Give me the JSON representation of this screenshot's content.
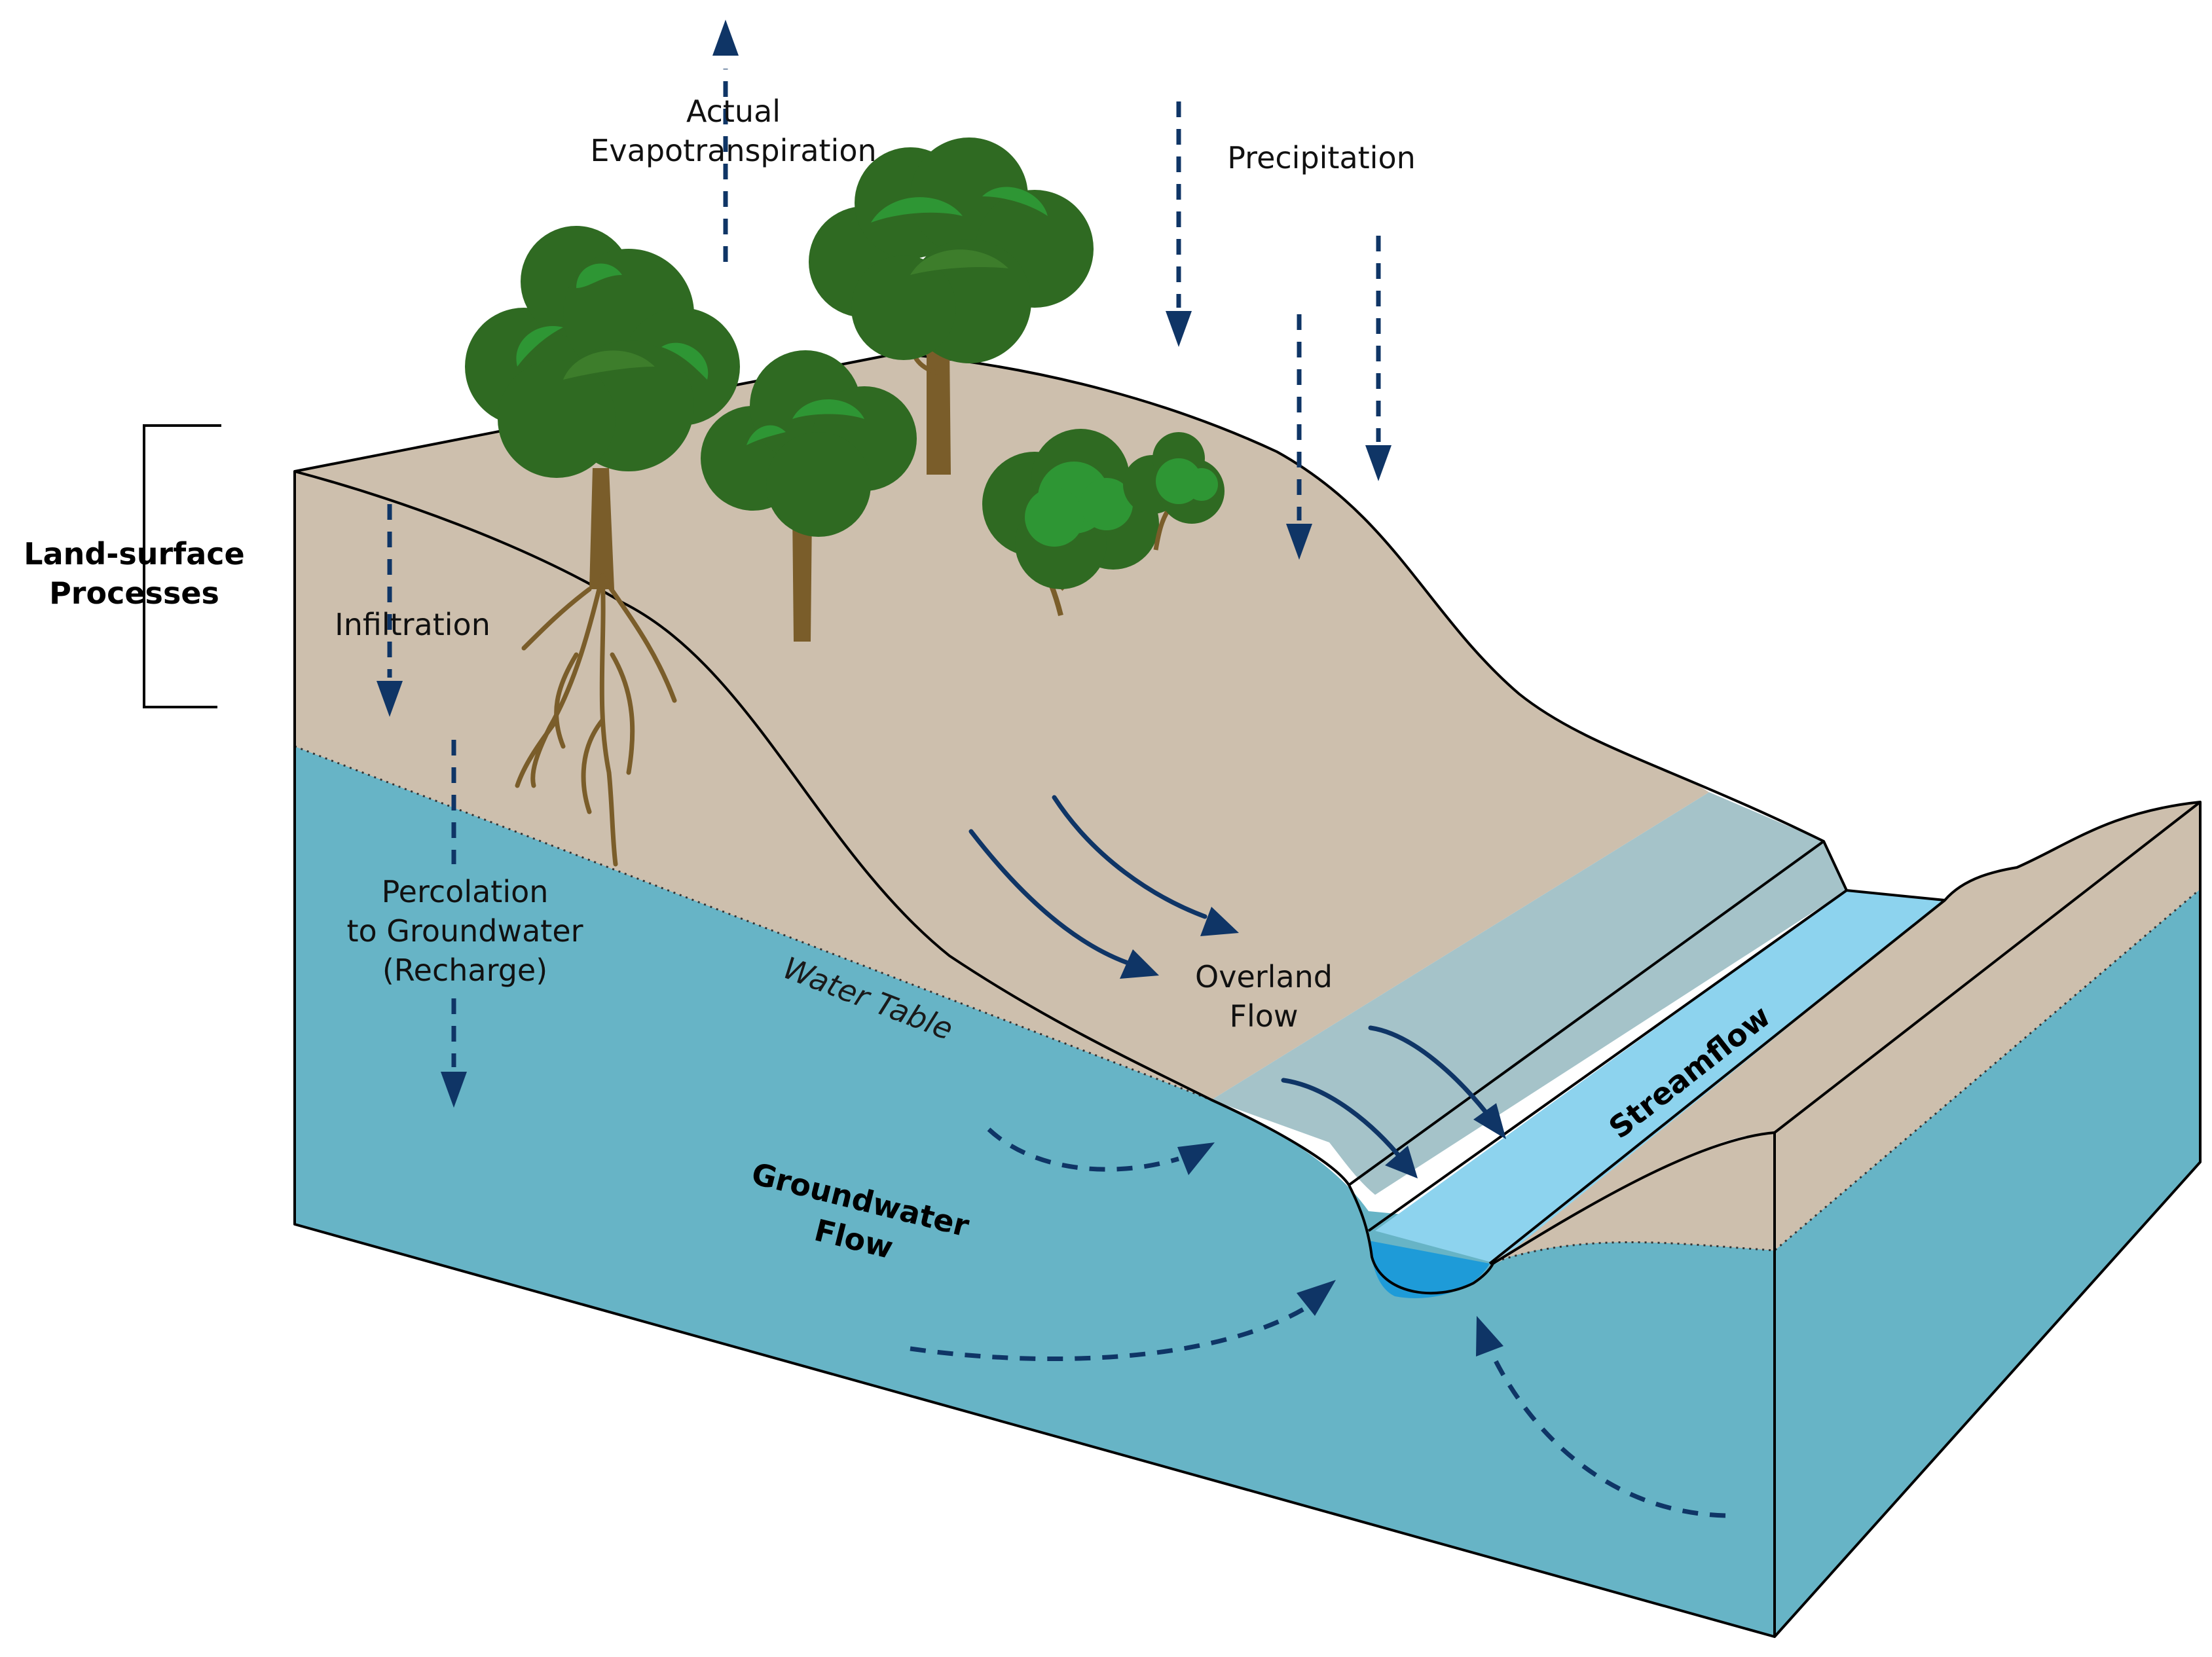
{
  "labels": {
    "actual_et_line1": "Actual",
    "actual_et_line2": "Evapotranspiration",
    "precipitation": "Precipitation",
    "land_surface_line1": "Land-surface",
    "land_surface_line2": "Processes",
    "infiltration": "Infiltration",
    "percolation_line1": "Percolation",
    "percolation_line2": "to Groundwater",
    "percolation_line3": "(Recharge)",
    "water_table": "Water Table",
    "overland_line1": "Overland",
    "overland_line2": "Flow",
    "groundwater_line1": "Groundwater",
    "groundwater_line2": "Flow",
    "streamflow": "Streamflow"
  },
  "colors": {
    "soil": "#cdbfad",
    "groundwater": "#67b4c6",
    "riparian": "#a5c3c9",
    "stream": "#8dd3ee",
    "stream_channel": "#1e9bd8",
    "arrow": "#0f3566",
    "tree_dark": "#2f6a22",
    "tree_mid": "#3d7d2b",
    "tree_light": "#2e9634",
    "trunk": "#7a5d2a"
  }
}
